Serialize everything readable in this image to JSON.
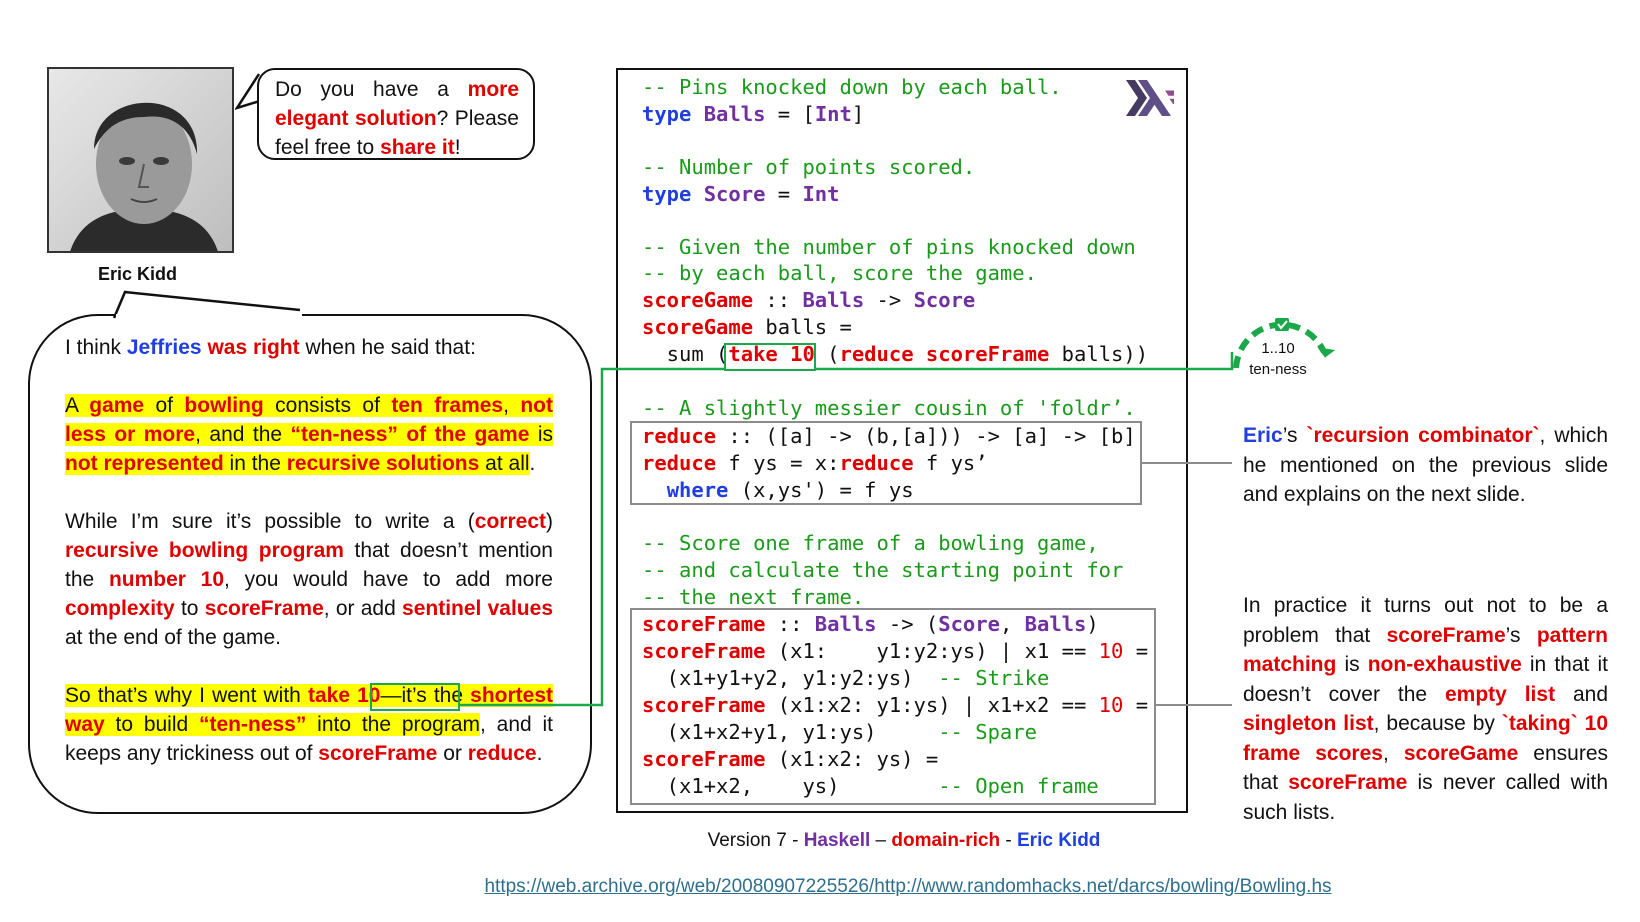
{
  "photo": {
    "name": "Eric Kidd"
  },
  "small_bubble": {
    "t1": "Do you have a ",
    "t2": "more elegant solution",
    "t3": "? Please feel free to ",
    "t4": "share it",
    "t5": "!"
  },
  "big_bubble": {
    "p1": {
      "a": "I think ",
      "b": "Jeffries",
      "c": " ",
      "d": "was right",
      "e": " when he said that:"
    },
    "p2": {
      "a": "A ",
      "b": "game",
      "c": " of ",
      "d": "bowling",
      "e": " consists of ",
      "f": "ten frames",
      "g": ", ",
      "h": "not less or more",
      "i": ", and the ",
      "j": "“ten-ness” of the game",
      "k": " is ",
      "l": "not represented",
      "m": " in the ",
      "n": "recursive solutions",
      "o": " at all",
      "p": "."
    },
    "p3": {
      "a": "While I’m sure it’s possible to write a (",
      "b": "correct",
      "c": ") ",
      "d": "recursive bowling program",
      "e": " that doesn’t mention the ",
      "f": "number 10",
      "g": ", you would have to add more ",
      "h": "complexity",
      "i": " to ",
      "j": "scoreFrame",
      "k": ", or add ",
      "l": "sentinel values",
      "m": " at the end of the game."
    },
    "p4": {
      "a": "So that’s why I went with ",
      "b": "take 10",
      "c": "—it’s the ",
      "d": "shortest way",
      "e": " to build ",
      "f": "“ten-ness”",
      "g": " into the ",
      "h": "program",
      "i": ", and it keeps any trickiness out of ",
      "j": "scoreFrame",
      "k": " or ",
      "l": "reduce",
      "m": "."
    }
  },
  "code": {
    "c1": "-- Pins knocked down by each ball.",
    "c2": "-- Number of points scored.",
    "c3": "-- Given the number of pins knocked down",
    "c4": "-- by each ball, score the game.",
    "c5": "-- A slightly messier cousin of 'foldr’.",
    "c6": "-- Score one frame of a bowling game,",
    "c7": "-- and calculate the starting point for",
    "c8": "-- the next frame.",
    "strike": "-- Strike",
    "spare": "-- Spare",
    "open": "-- Open frame",
    "kw_type": "type",
    "kw_where": "where",
    "t_balls": "Balls",
    "t_int": "Int",
    "t_score": "Score",
    "f_scoreGame": "scoreGame",
    "f_reduce": "reduce",
    "f_scoreFrame": "scoreFrame",
    "take": "take",
    "ten": "10"
  },
  "tenness": {
    "range": "1..10",
    "label": "ten-ness"
  },
  "notes": {
    "n1": {
      "a": "Eric",
      "b": "’s ",
      "c": "`recursion combinator`",
      "d": ", which he mentioned on the previous slide and explains on the next slide."
    },
    "n2": {
      "a": "In practice it turns out not to be a problem that ",
      "b": "scoreFrame",
      "c": "’s ",
      "d": "pattern matching",
      "e": " is ",
      "f": "non-exhaustive",
      "g": " in that it doesn’t cover the ",
      "h": "empty list",
      "i": " and ",
      "j": "singleton list",
      "k": ", because by ",
      "l": "`taking`",
      "m": " ",
      "n": "10 frame scores",
      "o": ", ",
      "p": "scoreGame",
      "q": " ensures that ",
      "r": "scoreFrame",
      "s": " is never called with such lists."
    }
  },
  "caption": {
    "a": "Version 7 - ",
    "b": "Haskell",
    "c": " – ",
    "d": "domain-rich",
    "e": " - ",
    "f": "Eric Kidd"
  },
  "source_url": "https://web.archive.org/web/20080907225526/http://www.randomhacks.net/darcs/bowling/Bowling.hs",
  "colors": {
    "red": "#e00000",
    "blue": "#1f3fe0",
    "purple": "#7030a0",
    "green": "#1aa84a",
    "highlight": "#ffff00",
    "link": "#2e6f8c"
  },
  "icons": {
    "logo": "haskell-logo-icon",
    "tenness": "circular-arrow-check-icon"
  }
}
